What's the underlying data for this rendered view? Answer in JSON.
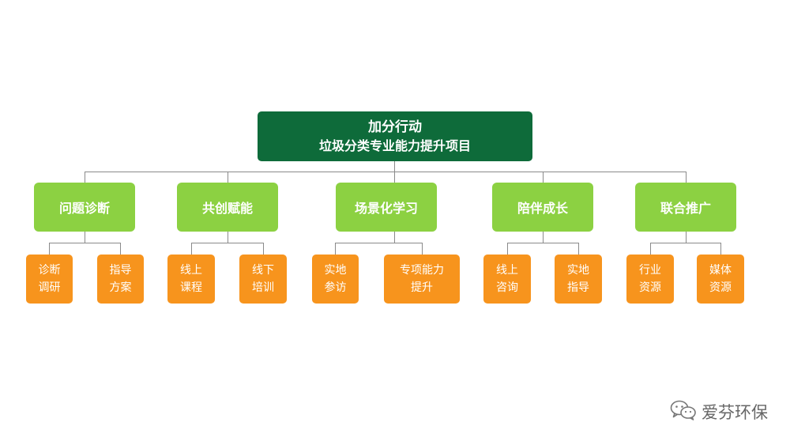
{
  "root": {
    "line1": "加分行动",
    "line2": "垃圾分类专业能力提升项目"
  },
  "categories": [
    {
      "label": "问题诊断",
      "children": [
        [
          "诊断",
          "调研"
        ],
        [
          "指导",
          "方案"
        ]
      ]
    },
    {
      "label": "共创赋能",
      "children": [
        [
          "线上",
          "课程"
        ],
        [
          "线下",
          "培训"
        ]
      ]
    },
    {
      "label": "场景化学习",
      "children": [
        [
          "实地",
          "参访"
        ],
        [
          "专项能力",
          "提升"
        ]
      ]
    },
    {
      "label": "陪伴成长",
      "children": [
        [
          "线上",
          "咨询"
        ],
        [
          "实地",
          "指导"
        ]
      ]
    },
    {
      "label": "联合推广",
      "children": [
        [
          "行业",
          "资源"
        ],
        [
          "媒体",
          "资源"
        ]
      ]
    }
  ],
  "watermark": {
    "text": "爱芬环保",
    "icon": "wechat-icon"
  },
  "colors": {
    "root": "#0e6b3a",
    "category": "#8cd142",
    "leaf": "#f7941d",
    "connector": "#8a8a8a"
  }
}
